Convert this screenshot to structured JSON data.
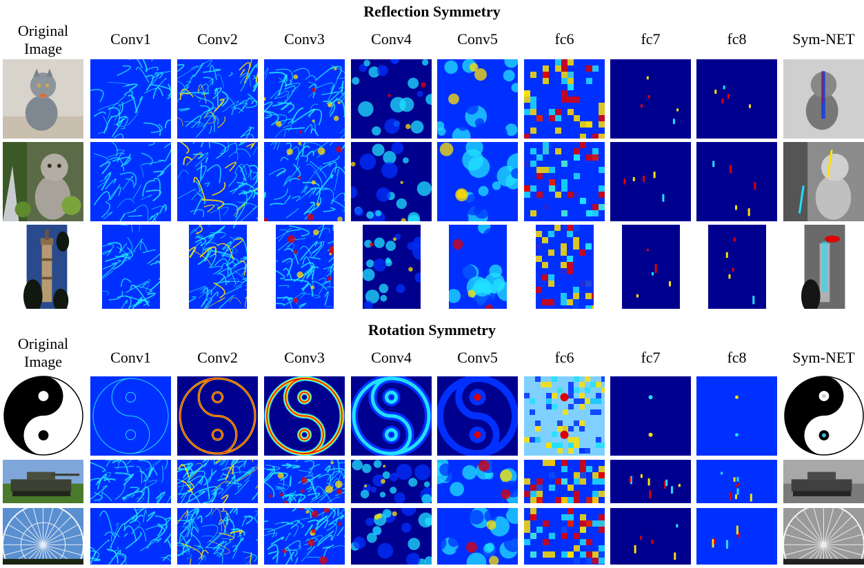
{
  "reflection": {
    "title": "Reflection Symmetry",
    "headers": [
      "Original Image",
      "Conv1",
      "Conv2",
      "Conv3",
      "Conv4",
      "Conv5",
      "fc6",
      "fc7",
      "fc8",
      "Sym-NET"
    ]
  },
  "rotation": {
    "title": "Rotation Symmetry",
    "headers": [
      "Original Image",
      "Conv1",
      "Conv2",
      "Conv3",
      "Conv4",
      "Conv5",
      "fc6",
      "fc7",
      "fc8",
      "Sym-NET"
    ]
  },
  "rows": [
    {
      "subject": "kitten in front of wall"
    },
    {
      "subject": "kitten near window plants"
    },
    {
      "subject": "tower with trees against sky"
    },
    {
      "subject": "yin-yang symbol"
    },
    {
      "subject": "tank on grass"
    },
    {
      "subject": "ferris wheel"
    }
  ],
  "colors": {
    "jet_dark": "#00008f",
    "jet_blue": "#0030ff",
    "jet_cyan": "#20e0ff",
    "jet_yellow": "#ffe000",
    "jet_red": "#e00000"
  }
}
